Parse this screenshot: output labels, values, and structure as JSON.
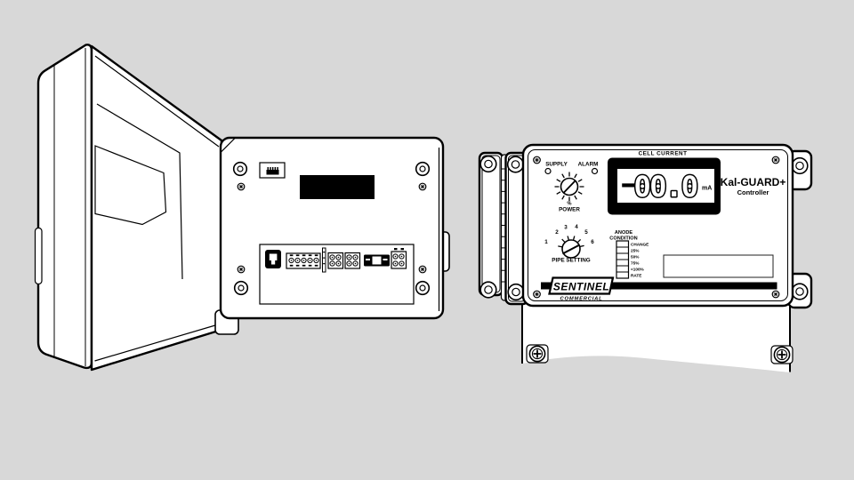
{
  "palette": {
    "background": "#d8d8d8",
    "ink": "#000000",
    "panel": "#ffffff"
  },
  "controller_unit": {
    "meter_label": "CELL CURRENT",
    "meter_sign": "−",
    "meter_value": "00.0",
    "meter_unit": "mA",
    "product_name": "Kal-GUARD+",
    "product_subtitle": "Controller",
    "supply_label": "SUPPLY",
    "alarm_label": "ALARM",
    "power_knob_percent": "%",
    "power_knob_label": "POWER",
    "pipe_setting_label": "PIPE SETTING",
    "pipe_positions": [
      "1",
      "2",
      "3",
      "4",
      "5",
      "6"
    ],
    "anode_header_line1": "ANODE",
    "anode_header_line2": "CONDITION",
    "anode_levels": [
      "CHANGE",
      "25%",
      "50%",
      "75%",
      "<100%",
      "RATE"
    ],
    "brand_name": "SENTINEL",
    "brand_registered": "®",
    "brand_tagline": "COMMERCIAL"
  }
}
